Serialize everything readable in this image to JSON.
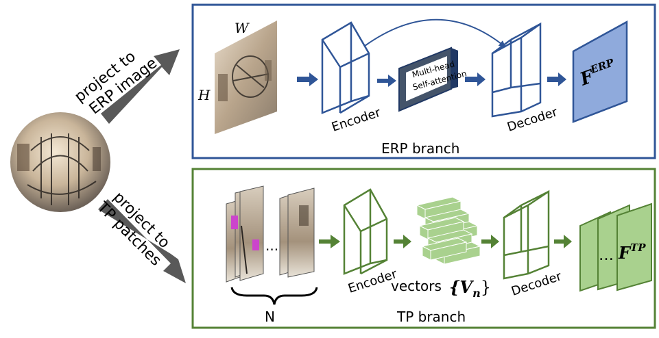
{
  "left": {
    "upper_arrow_label": [
      "project to",
      "ERP image"
    ],
    "lower_arrow_label": [
      "project to",
      "TP patches"
    ]
  },
  "erp": {
    "width_symbol": "W",
    "height_symbol": "H",
    "encoder_label": "Encoder",
    "attention_label": [
      "Multi-head",
      "Self-attention"
    ],
    "decoder_label": "Decoder",
    "output_label": "F",
    "output_superscript": "ERP",
    "branch_title": "ERP branch"
  },
  "tp": {
    "ellipsis": "···",
    "n_label": "N",
    "encoder_label": "Encoder",
    "vectors_label": "vectors",
    "vectors_symbol": "{V",
    "vectors_subscript": "n",
    "vectors_close": "}",
    "decoder_label": "Decoder",
    "output_ellipsis": "…",
    "output_label": "F",
    "output_superscript": "TP",
    "branch_title": "TP branch"
  },
  "colors": {
    "erp_blue": "#2f5597",
    "erp_fill": "#8faadc",
    "tp_green": "#548235",
    "tp_fill": "#a9d18e",
    "arrow_gray": "#595959"
  }
}
